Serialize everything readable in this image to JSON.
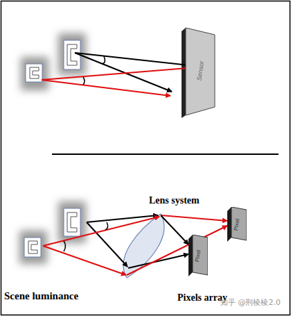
{
  "diagram": {
    "nodes": [
      {
        "text": [
          "Sensor"
        ]
      },
      {
        "text": [
          "Pixel"
        ]
      },
      {
        "text": [
          "Pixel"
        ]
      }
    ],
    "labels": [
      "Lens system",
      "Scene luminance",
      "Pixels array",
      "知乎 @荆棱棱2.0"
    ]
  }
}
